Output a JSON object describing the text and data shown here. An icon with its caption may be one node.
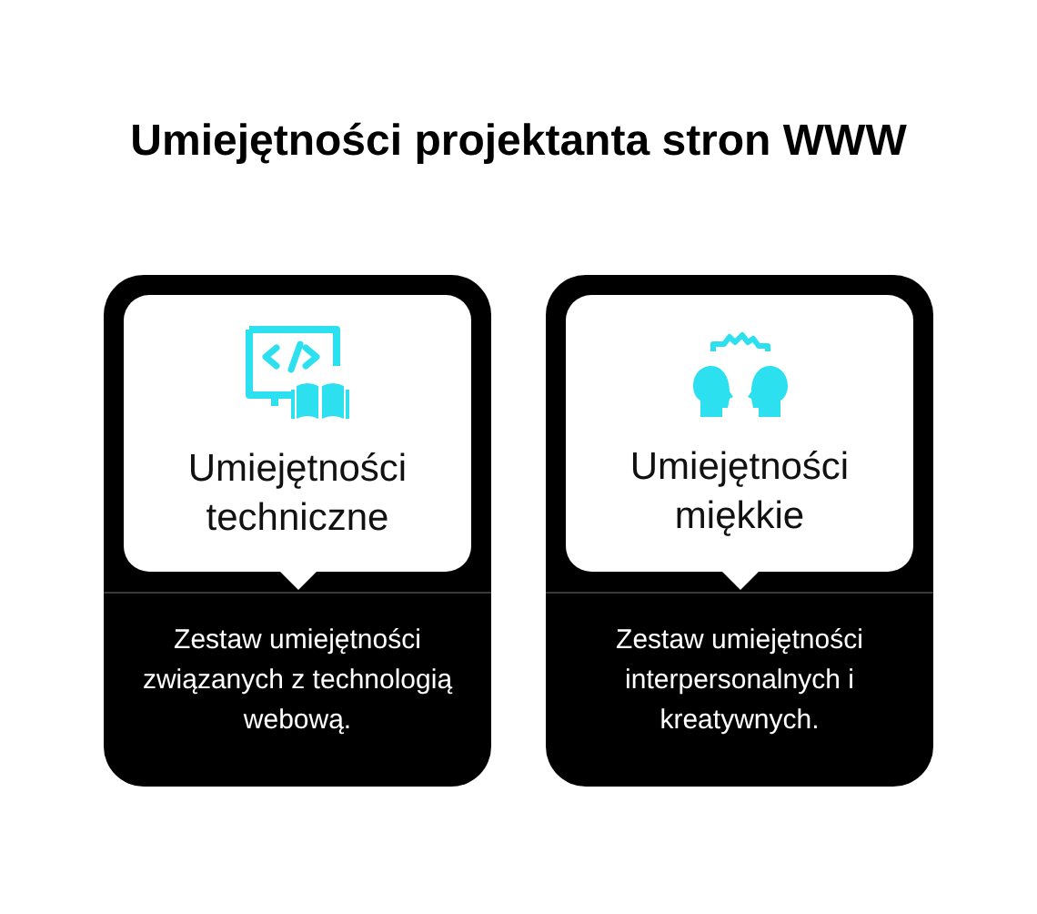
{
  "diagram": {
    "title": "Umiejętności projektanta stron WWW",
    "nodes": [
      {
        "text": [
          "Zestaw umiejętności związanych z technologią webową."
        ]
      },
      {
        "text": [
          "Umiejętności techniczne"
        ],
        "in": 0
      },
      {
        "text": [
          "Zestaw umiejętności interpersonalnych i kreatywnych."
        ]
      },
      {
        "text": [
          "Umiejętności miękkie"
        ],
        "in": 2
      }
    ]
  }
}
